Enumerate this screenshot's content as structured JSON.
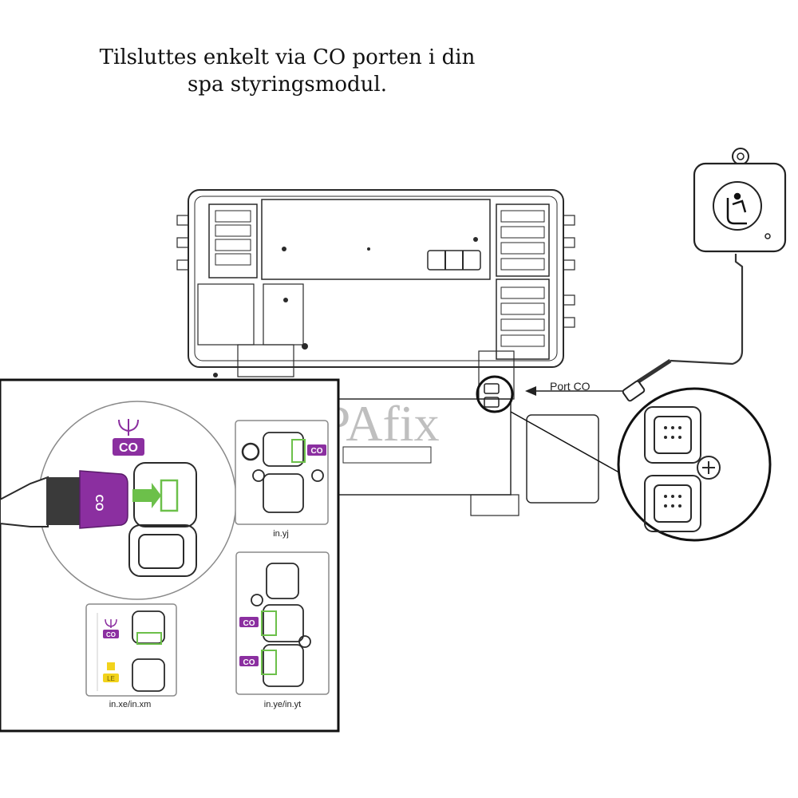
{
  "heading": {
    "line1": "Tilsluttes enkelt via CO porten i din",
    "line2": "spa styringsmodul."
  },
  "callout": {
    "port_label": "Port CO"
  },
  "watermark": "SPAfix",
  "badges": {
    "co": "CO",
    "left_yellow": "LE"
  },
  "models": {
    "yj": "in.yj",
    "xe_xm": "in.xe/in.xm",
    "ye_yt": "in.ye/in.yt"
  },
  "icons": {
    "co_symbol": "trident-icon",
    "device_symbol": "hand-touch-icon"
  },
  "colors": {
    "purple": "#8b2fa0",
    "green": "#6cc04a",
    "yellow": "#f2d31c",
    "outline": "#2a2a2a"
  }
}
